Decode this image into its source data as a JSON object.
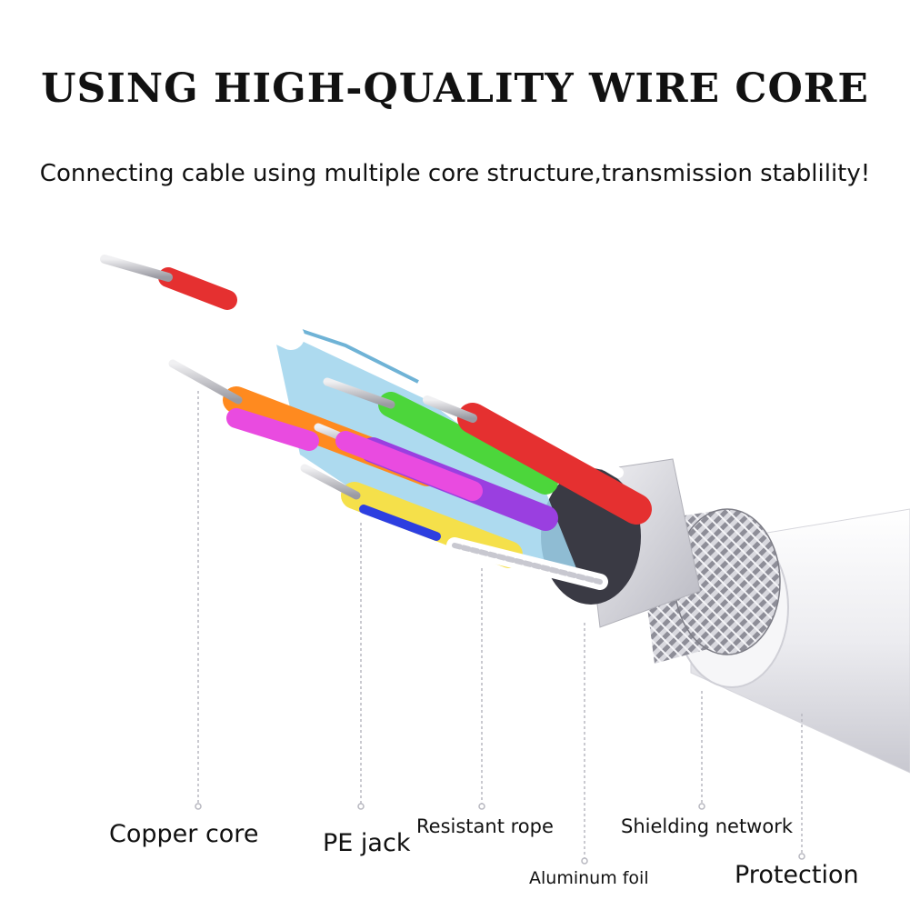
{
  "header": {
    "title": "USING HIGH-QUALITY WIRE CORE",
    "subtitle": "Connecting cable using multiple core structure,transmission stablility!"
  },
  "labels": {
    "copper_core": "Copper core",
    "pe_jack": "PE jack",
    "resistant_rope": "Resistant rope",
    "aluminum_foil": "Aluminum foil",
    "shielding_network": "Shielding network",
    "protection": "Protection"
  },
  "colors": {
    "wire_red": "#e53030",
    "wire_orange": "#ff8a1f",
    "wire_magenta": "#e94be0",
    "wire_green": "#4cd63b",
    "wire_purple": "#9a3fe0",
    "wire_yellow": "#f5e04a",
    "wire_blue": "#2d3fe0",
    "foil_blue": "#9fd4ec",
    "jacket_white": "#f4f4f6"
  }
}
